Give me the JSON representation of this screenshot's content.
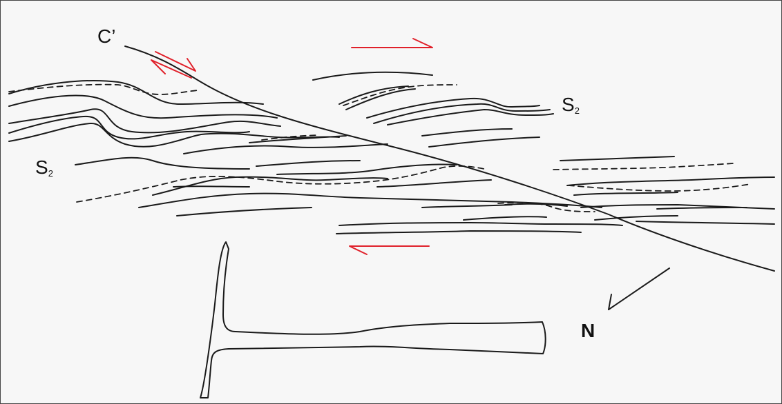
{
  "labels": {
    "shear_plane": "C’",
    "foliation_right": "S",
    "foliation_right_sub": "2",
    "foliation_left": "S",
    "foliation_left_sub": "2",
    "north": "N"
  },
  "colors": {
    "line": "#1a1a1a",
    "shear_arrow": "#e0202a",
    "background": "#f7f7f7"
  },
  "icons": {
    "hammer": "geological-hammer-icon",
    "north_arrow": "north-arrow-icon"
  }
}
